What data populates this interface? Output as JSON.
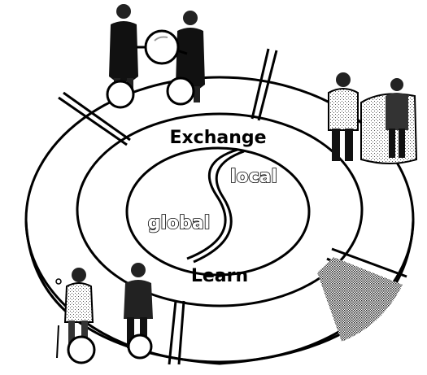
{
  "diagram": {
    "ring_outer_label": "Exchange",
    "ring_inner_label": "Learn",
    "left_lobe_label": "global",
    "right_lobe_label": "local",
    "colors": {
      "line": "#000000",
      "background": "#ffffff",
      "shade": "#6e6e6e"
    }
  }
}
